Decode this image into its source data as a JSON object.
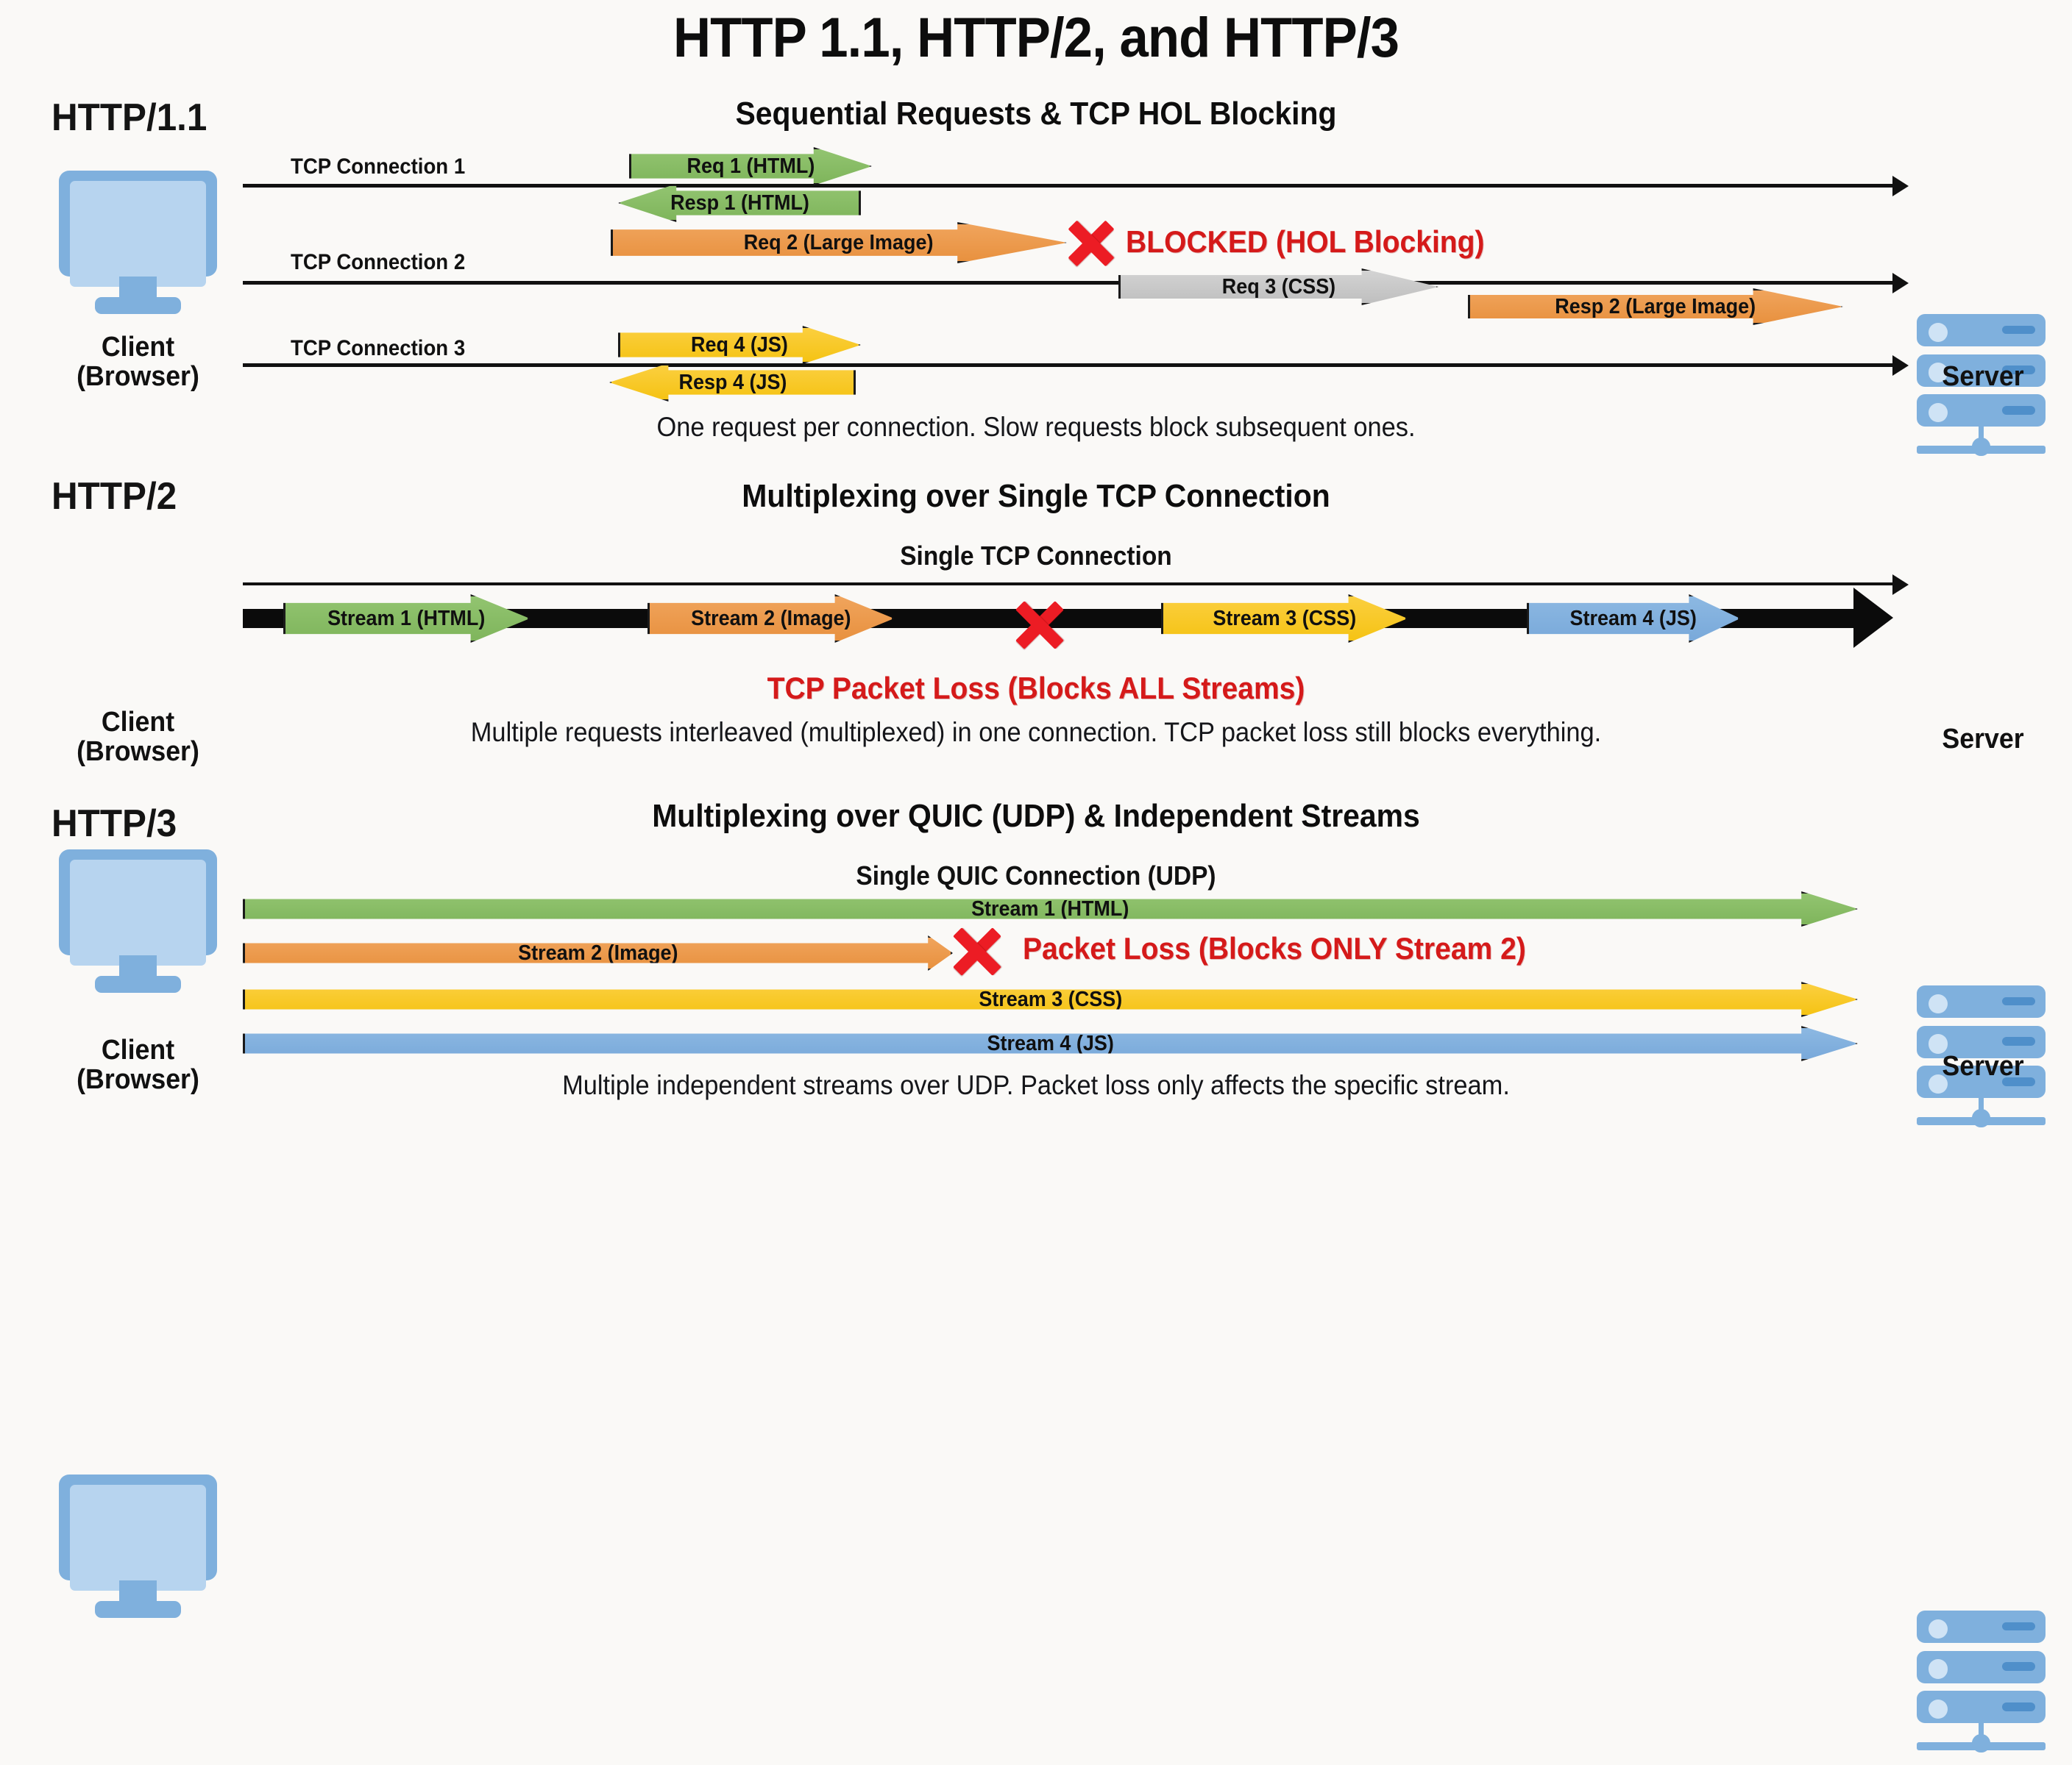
{
  "title": "HTTP 1.1, HTTP/2, and HTTP/3",
  "colors": {
    "green": "#8ac06a",
    "orange": "#ec9446",
    "yellow": "#f7c81f",
    "blue": "#83b0de",
    "gray": "#c9c9c9",
    "red": "#d51a1a",
    "icon_blue": "#7fb0dd",
    "background": "#faf9f7"
  },
  "endpoints": {
    "client_label": "Client\n(Browser)",
    "server_label": "Server"
  },
  "sections": [
    {
      "protocol": "HTTP/1.1",
      "heading": "Sequential Requests & TCP HOL Blocking",
      "caption": "One request per connection. Slow requests block subsequent ones.",
      "connections": [
        "TCP Connection 1",
        "TCP Connection 2",
        "TCP Connection 3"
      ],
      "arrows": [
        {
          "label": "Req 1 (HTML)",
          "color": "green",
          "direction": "right"
        },
        {
          "label": "Resp 1 (HTML)",
          "color": "green",
          "direction": "left"
        },
        {
          "label": "Req 2 (Large Image)",
          "color": "orange",
          "direction": "right"
        },
        {
          "label": "Req 3 (CSS)",
          "color": "gray",
          "direction": "right"
        },
        {
          "label": "Resp 2 (Large Image)",
          "color": "orange",
          "direction": "right"
        },
        {
          "label": "Req 4 (JS)",
          "color": "yellow",
          "direction": "right"
        },
        {
          "label": "Resp 4 (JS)",
          "color": "yellow",
          "direction": "left"
        }
      ],
      "annotation": "BLOCKED (HOL Blocking)"
    },
    {
      "protocol": "HTTP/2",
      "heading": "Multiplexing over Single TCP Connection",
      "subheading": "Single TCP Connection",
      "caption": "Multiple requests interleaved (multiplexed) in one connection. TCP packet loss still blocks everything.",
      "arrows": [
        {
          "label": "Stream 1 (HTML)",
          "color": "green"
        },
        {
          "label": "Stream 2 (Image)",
          "color": "orange"
        },
        {
          "label": "Stream 3 (CSS)",
          "color": "yellow"
        },
        {
          "label": "Stream 4 (JS)",
          "color": "blue"
        }
      ],
      "annotation": "TCP Packet Loss (Blocks ALL Streams)"
    },
    {
      "protocol": "HTTP/3",
      "heading": "Multiplexing over QUIC (UDP) & Independent Streams",
      "subheading": "Single QUIC Connection (UDP)",
      "caption": "Multiple independent streams over UDP. Packet loss only affects the specific stream.",
      "arrows": [
        {
          "label": "Stream 1 (HTML)",
          "color": "green"
        },
        {
          "label": "Stream 2 (Image)",
          "color": "orange"
        },
        {
          "label": "Stream 3 (CSS)",
          "color": "yellow"
        },
        {
          "label": "Stream 4 (JS)",
          "color": "blue"
        }
      ],
      "annotation": "Packet Loss (Blocks ONLY Stream 2)"
    }
  ]
}
